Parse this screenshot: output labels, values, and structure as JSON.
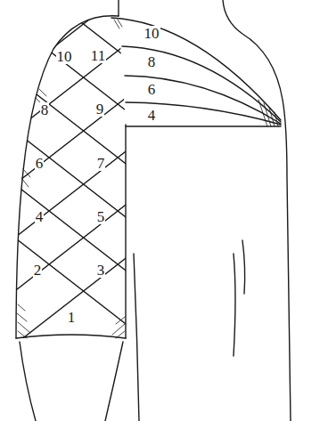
{
  "diagram": {
    "labels": [
      "10",
      "11",
      "10",
      "8",
      "9",
      "8",
      "6",
      "7",
      "6",
      "4",
      "5",
      "4",
      "2",
      "3",
      "1"
    ]
  }
}
